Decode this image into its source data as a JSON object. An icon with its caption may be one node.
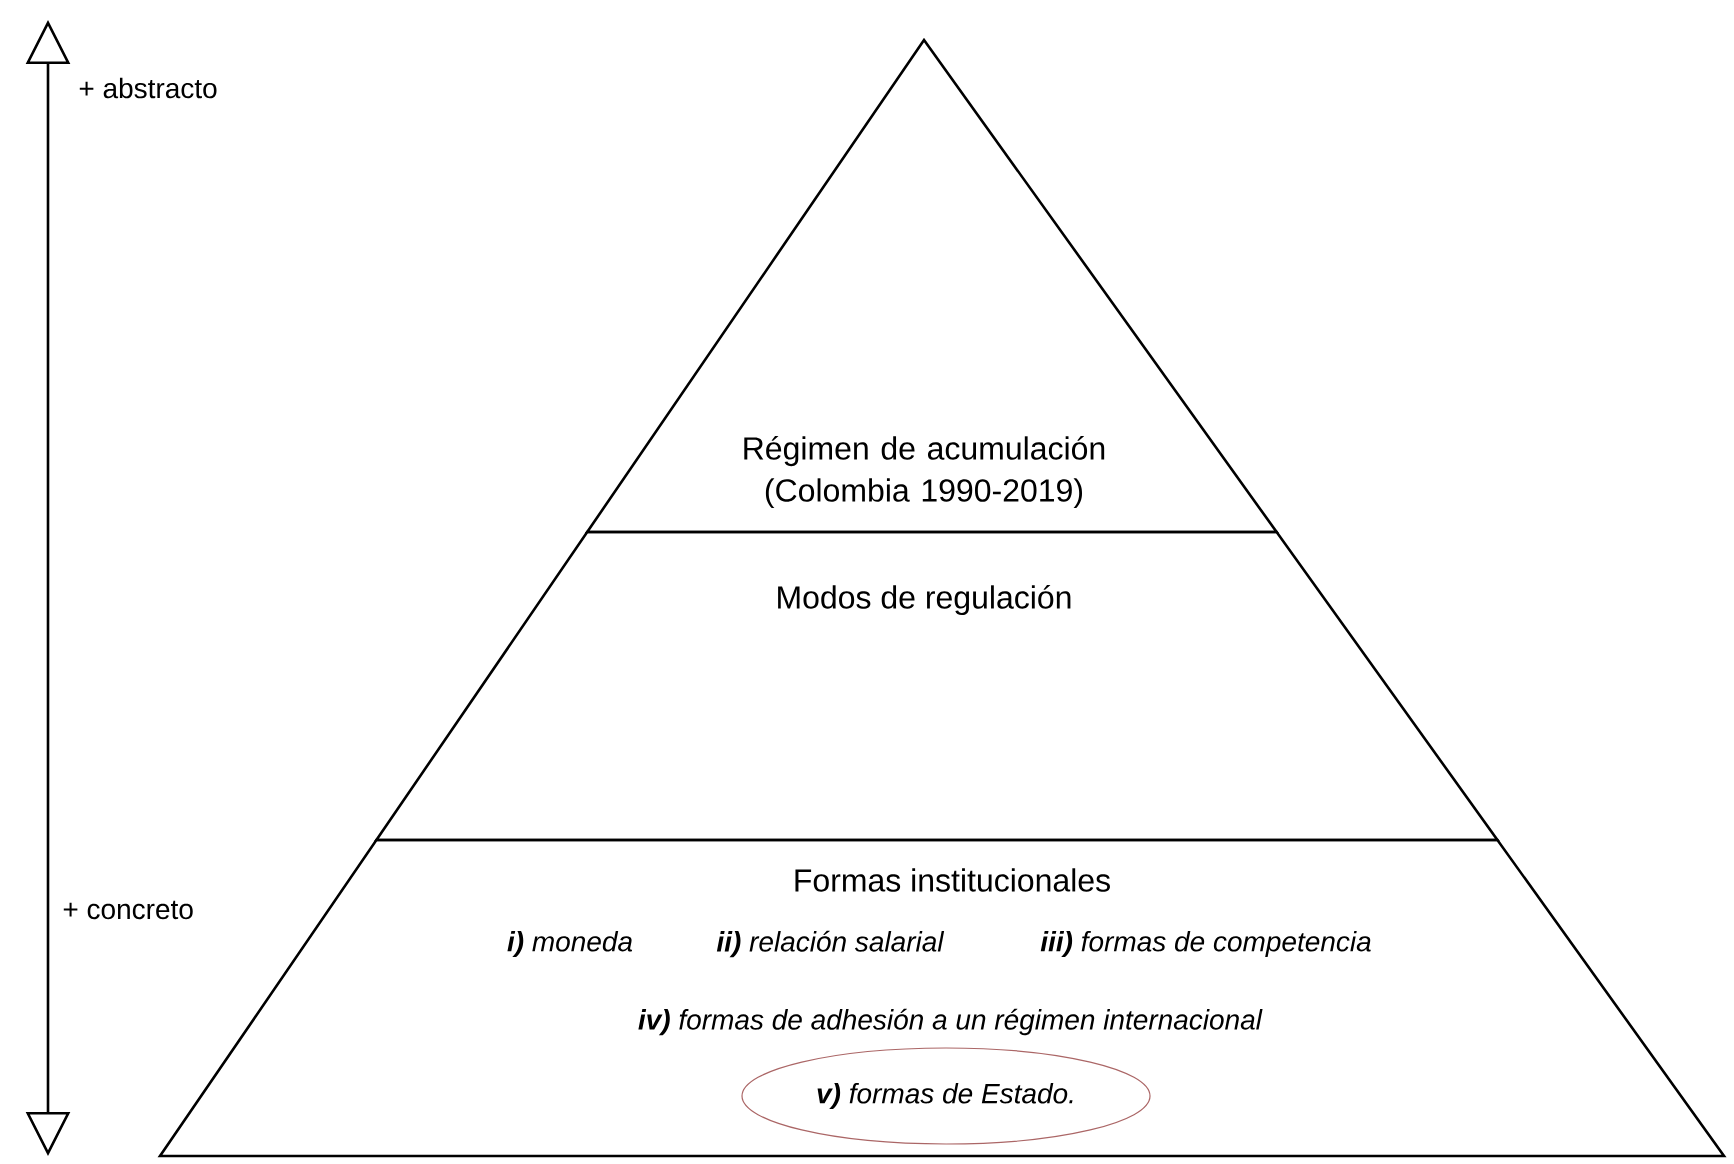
{
  "diagram": {
    "nodes": [
      {
        "text": [
          "Régimen de acumulación (Colombia 1990-2019)"
        ]
      },
      {
        "text": [
          "Modos de regulación"
        ]
      },
      {
        "text": [
          "Formas institucionales",
          "**i)** moneda",
          "**ii)** relación salarial",
          "**iii)** formas de competencia",
          "**iv)** formas de adhesión a un régimen internacional"
        ]
      },
      {
        "text": [
          "**v)** formas de Estado."
        ],
        "in": 2
      }
    ],
    "labels": [
      "+ abstracto",
      "+ concreto"
    ]
  }
}
